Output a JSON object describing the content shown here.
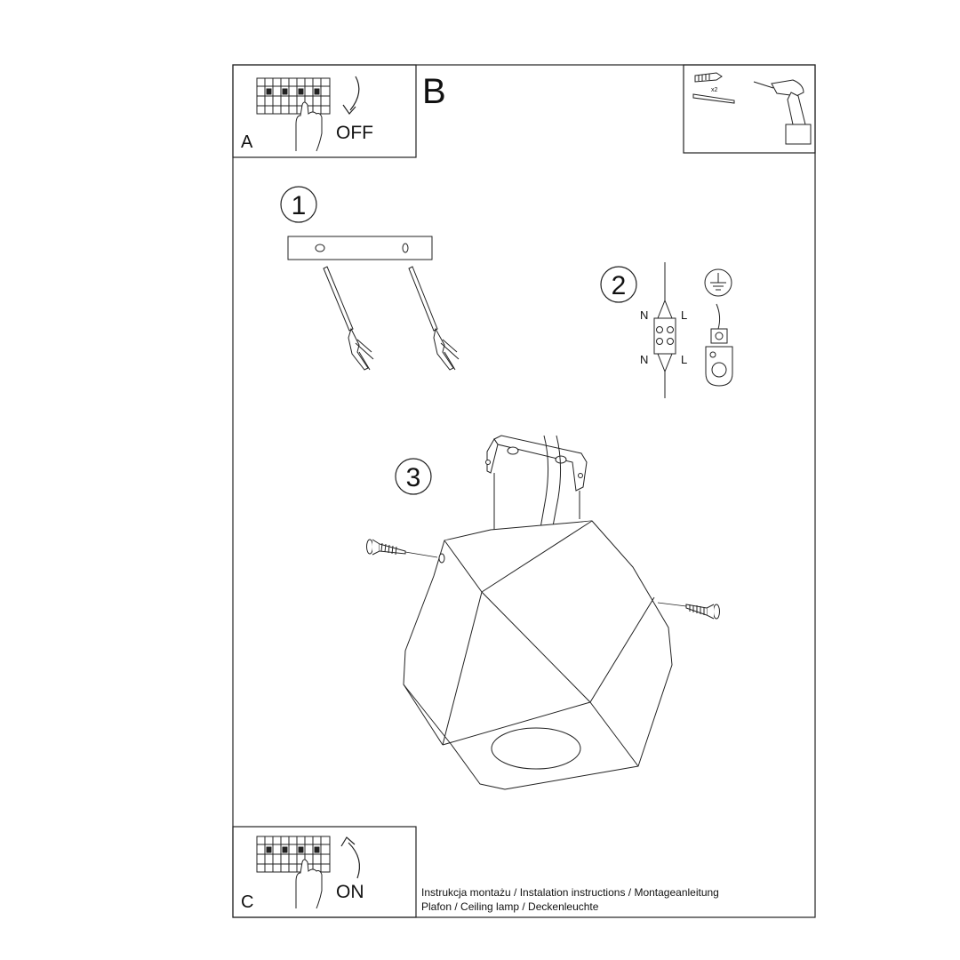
{
  "panels": {
    "a": {
      "letter": "A",
      "power_label": "OFF"
    },
    "b": {
      "letter": "B",
      "anchor_qty": "x2"
    },
    "c": {
      "letter": "C",
      "power_label": "ON"
    }
  },
  "steps": [
    {
      "number": "1"
    },
    {
      "number": "2",
      "terminal_labels": {
        "top_left": "N",
        "top_right": "L",
        "bottom_left": "N",
        "bottom_right": "L"
      }
    },
    {
      "number": "3"
    }
  ],
  "footer": {
    "line1": "Instrukcja montażu / Instalation instructions / Montageanleitung",
    "line2": "Plafon / Ceiling lamp / Deckenleuchte"
  }
}
